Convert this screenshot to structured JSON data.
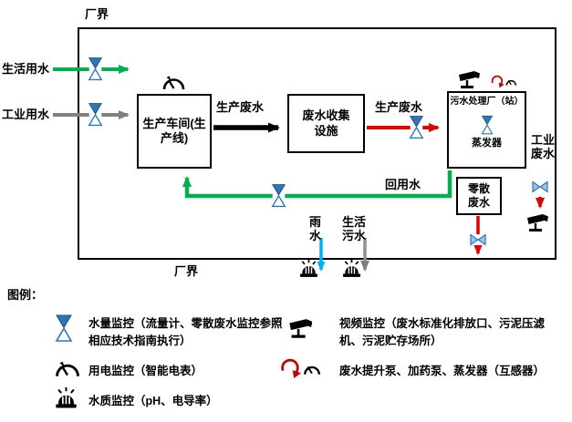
{
  "colors": {
    "green_flow": "#00b050",
    "gray_flow": "#808080",
    "red_flow": "#e00000",
    "cyan_flow": "#00b0f0",
    "blue_icon": "#2e75b6",
    "pump_red": "#c00000",
    "black": "#000000"
  },
  "boundary": {
    "top_label": "厂界",
    "bottom_label": "厂界"
  },
  "inputs": {
    "domestic_water": "生活用水",
    "industrial_water": "工业用水"
  },
  "boxes": {
    "workshop": "生产车间(生产线)",
    "collection": "废水收集设施",
    "treatment": "污水处理厂（站）",
    "evaporator": "蒸发器",
    "scattered": "零散废水"
  },
  "flows": {
    "production_wastewater_1": "生产废水",
    "production_wastewater_2": "生产废水",
    "reuse_water": "回用水",
    "industrial_wastewater": "工业废水",
    "rain_water": "雨水",
    "domestic_sewage": "生活污水"
  },
  "legend": {
    "title": "图例：",
    "items": [
      {
        "icon": "flow-meter-icon",
        "text": "水量监控（流量计、零散废水监控参照相应技术指南执行）"
      },
      {
        "icon": "camera-icon",
        "text": "视频监控（废水标准化排放口、污泥压滤机、污泥贮存场所）"
      },
      {
        "icon": "gauge-icon",
        "text": "用电监控（智能电表）"
      },
      {
        "icon": "pump-icon",
        "text": "废水提升泵、加药泵、蒸发器（互感器）"
      },
      {
        "icon": "alarm-icon",
        "text": "水质监控（pH、电导率）"
      }
    ]
  }
}
